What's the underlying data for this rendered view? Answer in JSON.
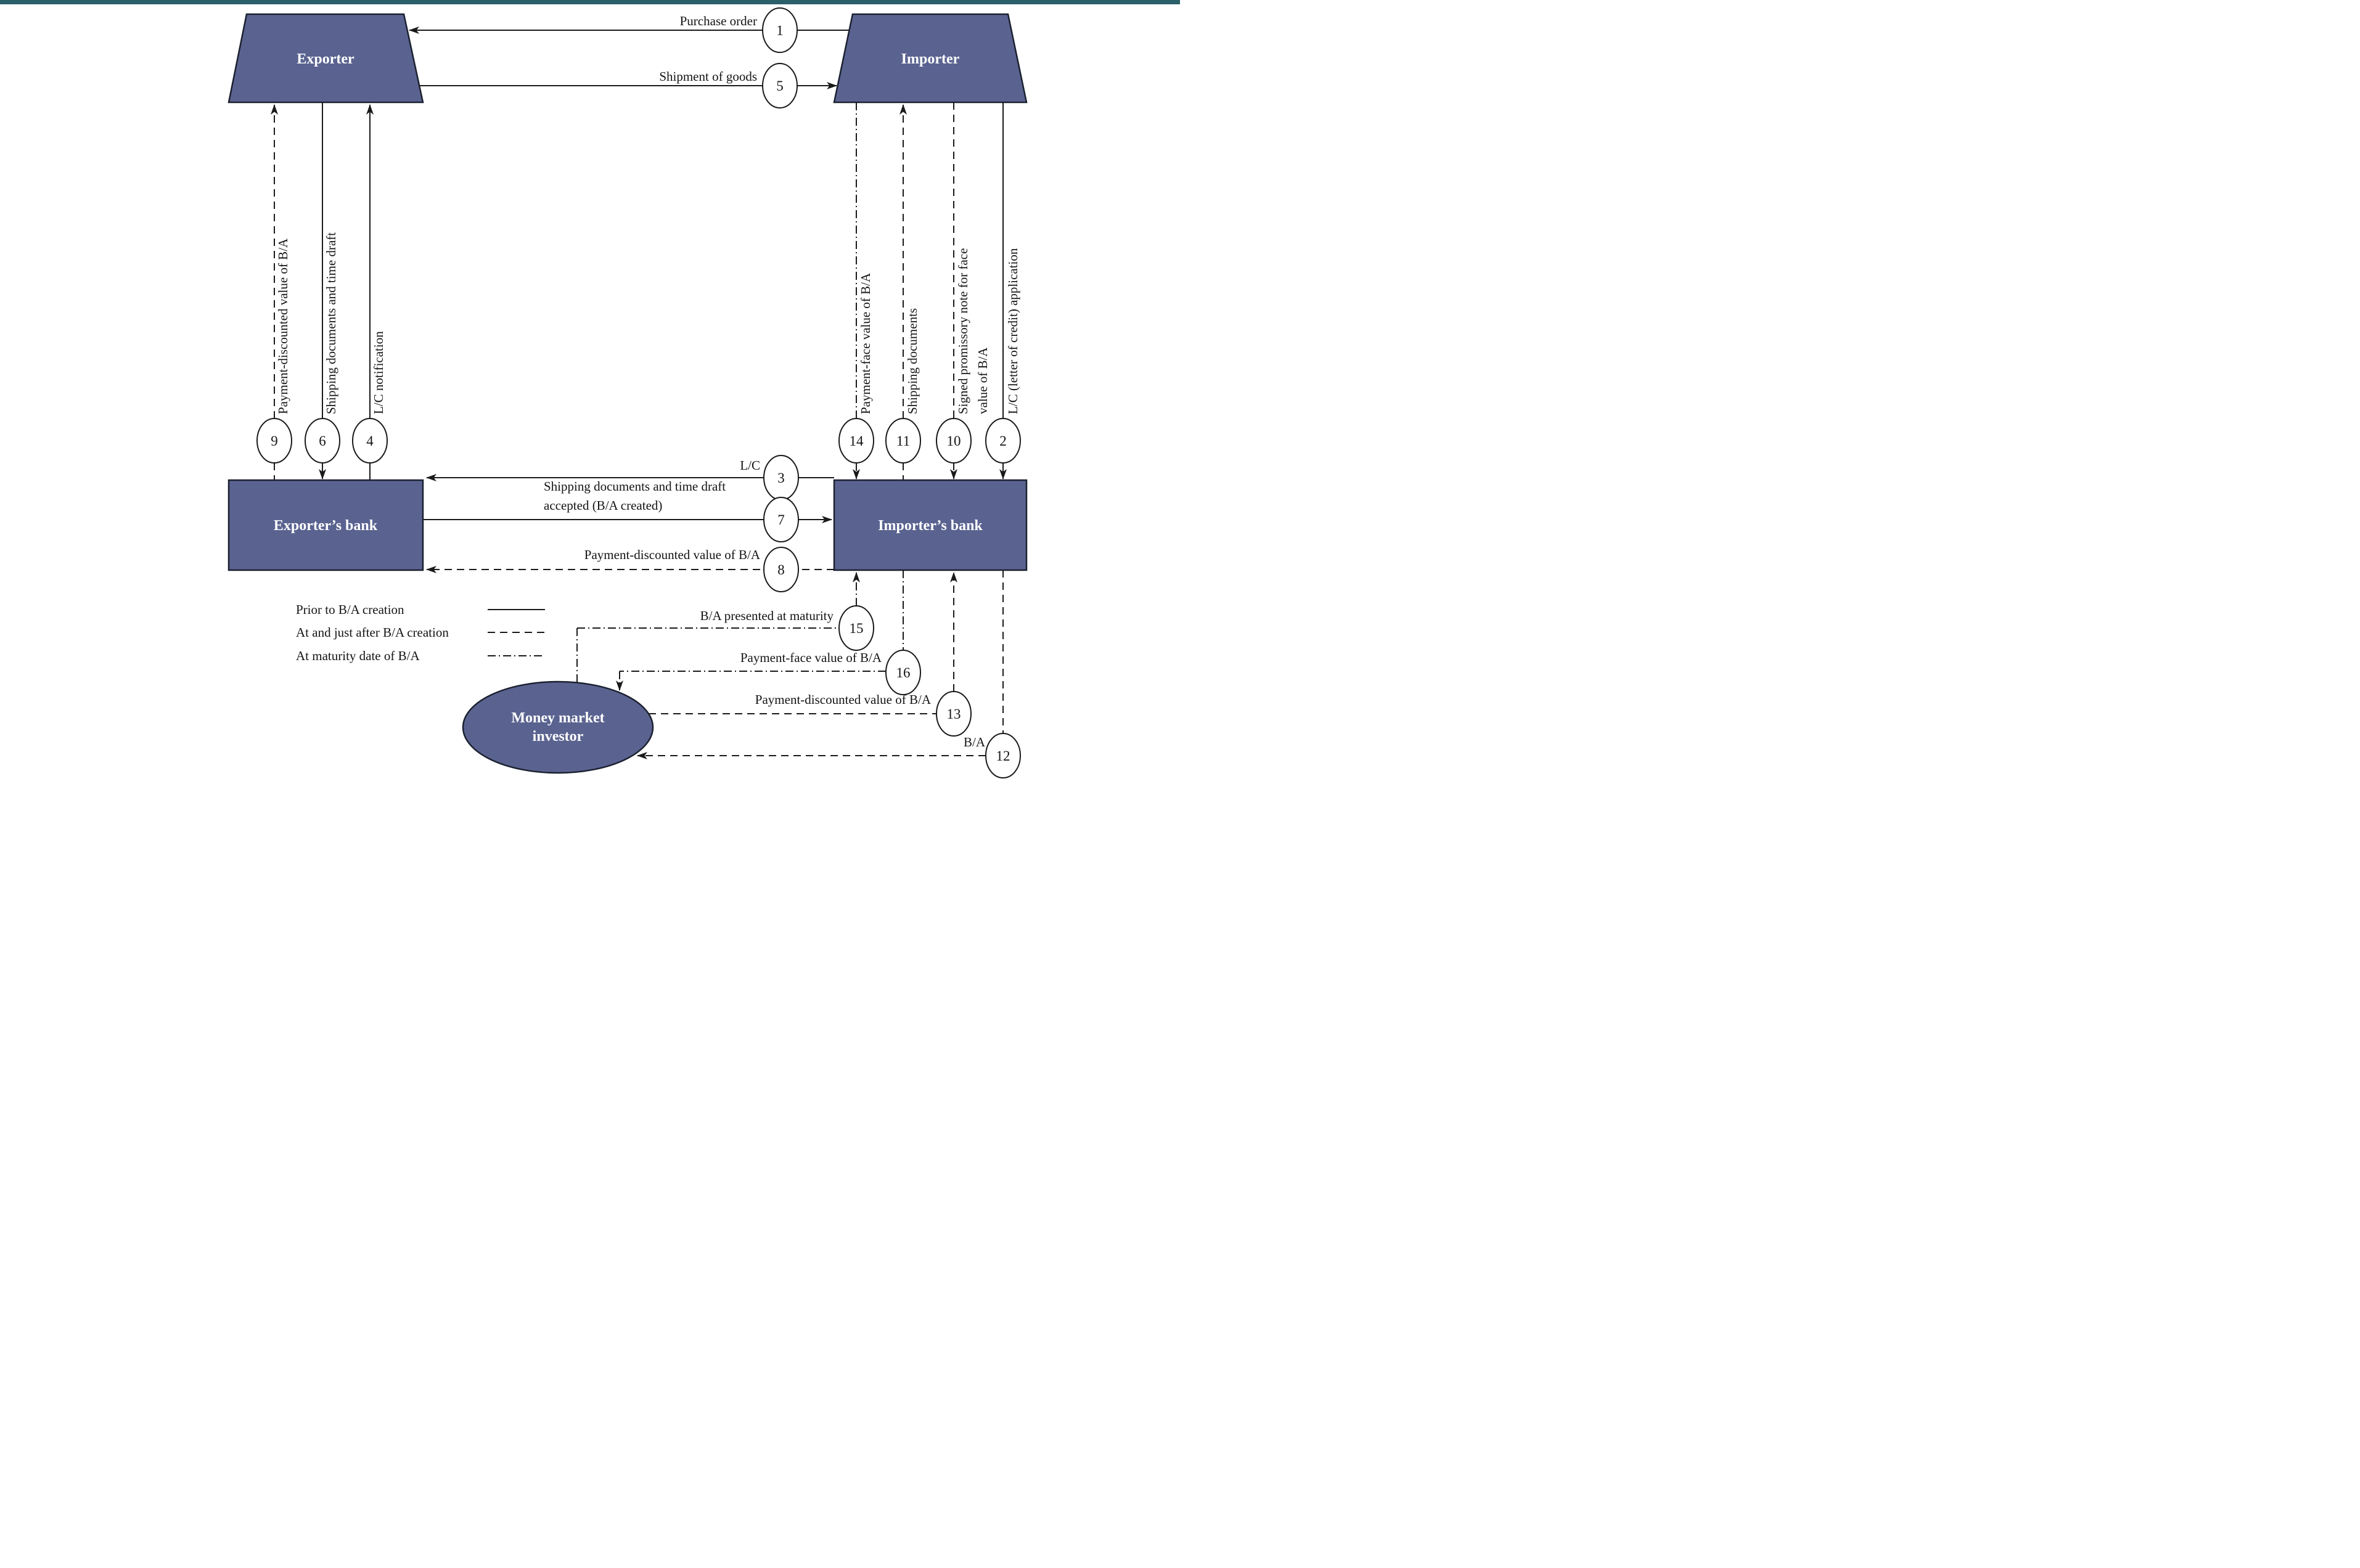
{
  "colors": {
    "accent": "#2b5f69",
    "node_fill": "#5a6390",
    "node_stroke": "#1c2130",
    "line": "#1a1a1a",
    "label_text": "#141414"
  },
  "nodes": {
    "exporter": "Exporter",
    "importer": "Importer",
    "exporter_bank": "Exporter’s bank",
    "importer_bank": "Importer’s bank",
    "investor_line1": "Money market",
    "investor_line2": "investor"
  },
  "flows": {
    "f1": {
      "num": "1",
      "label": "Purchase order"
    },
    "f2": {
      "num": "2",
      "label": "L/C (letter of credit) application"
    },
    "f3": {
      "num": "3",
      "label": "L/C"
    },
    "f4": {
      "num": "4",
      "label": "L/C notification"
    },
    "f5": {
      "num": "5",
      "label": "Shipment of goods"
    },
    "f6": {
      "num": "6",
      "label": "Shipping documents and time draft"
    },
    "f7": {
      "num": "7",
      "label_line1": "Shipping documents and time draft",
      "label_line2": "accepted (B/A created)"
    },
    "f8": {
      "num": "8",
      "label": "Payment-discounted value of B/A"
    },
    "f9": {
      "num": "9",
      "label": "Payment-discounted value of B/A"
    },
    "f10": {
      "num": "10",
      "label_line1": "Signed promissory note for face",
      "label_line2": "value of B/A"
    },
    "f11": {
      "num": "11",
      "label": "Shipping documents"
    },
    "f12": {
      "num": "12",
      "label": "B/A"
    },
    "f13": {
      "num": "13",
      "label": "Payment-discounted value of B/A"
    },
    "f14": {
      "num": "14",
      "label": "Payment-face value of B/A"
    },
    "f15": {
      "num": "15",
      "label": "B/A presented at maturity"
    },
    "f16": {
      "num": "16",
      "label": "Payment-face value of B/A"
    }
  },
  "legend": {
    "items": [
      {
        "label": "Prior to B/A creation",
        "style": "solid"
      },
      {
        "label": "At and just after B/A creation",
        "style": "dashed"
      },
      {
        "label": "At maturity date of B/A",
        "style": "dashdot"
      }
    ]
  }
}
